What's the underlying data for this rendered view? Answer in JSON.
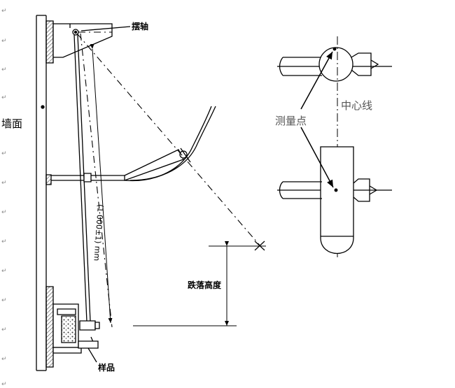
{
  "labels": {
    "pivot": "摆轴",
    "wall": "墙面",
    "center_line": "中心线",
    "measure_point": "测量点",
    "drop_height": "跌落高度",
    "sample": "样品",
    "length_dim": "(1 000±1) mm"
  },
  "paragraph_mark": "↵",
  "colors": {
    "line": "#000000",
    "hatch": "#444444",
    "mark": "#8a8a8a"
  }
}
